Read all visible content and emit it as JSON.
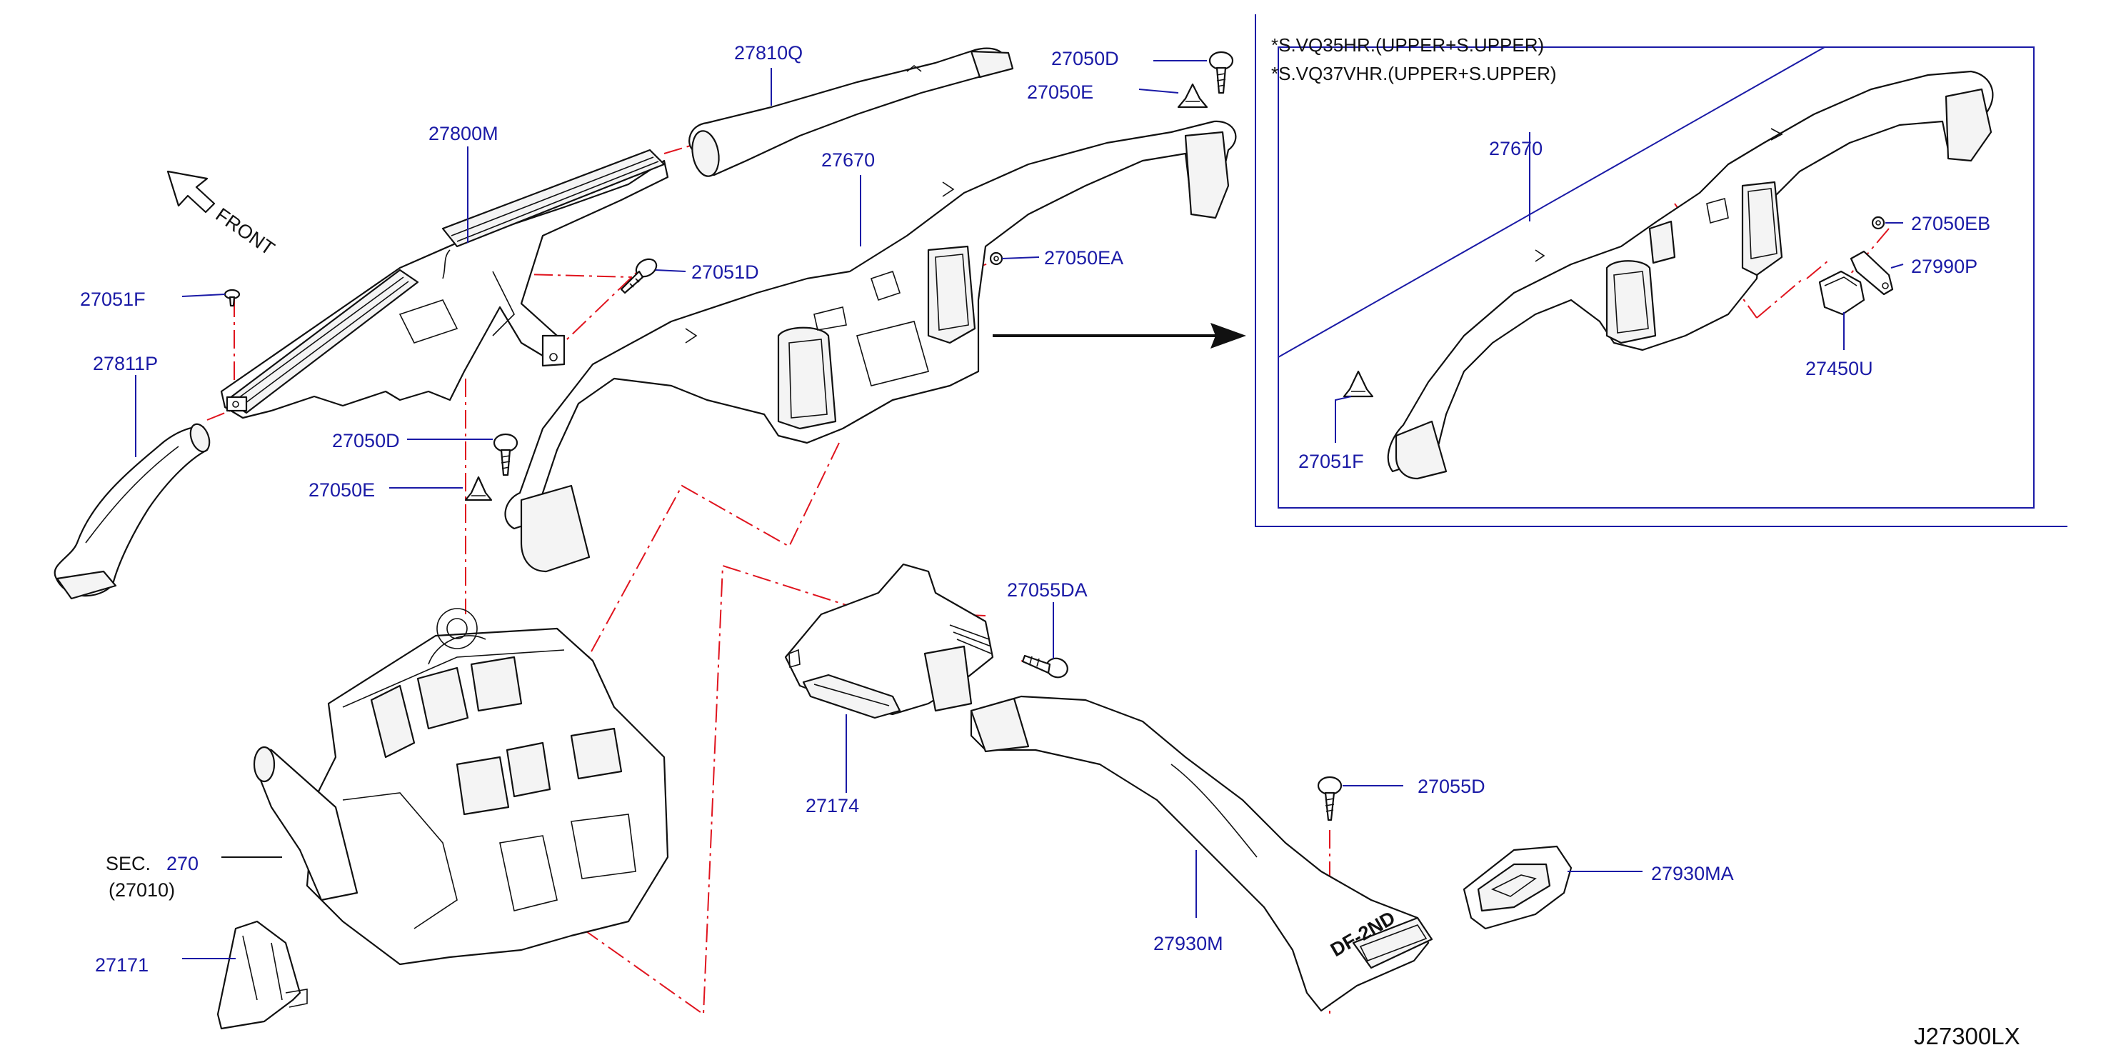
{
  "labels": {
    "l_27810Q": "27810Q",
    "l_27050D_top": "27050D",
    "l_27050E_top": "27050E",
    "l_27800M": "27800M",
    "l_27670_main": "27670",
    "l_27051D": "27051D",
    "l_27050EA": "27050EA",
    "l_27051F_main": "27051F",
    "l_27811P": "27811P",
    "l_27050D_mid": "27050D",
    "l_27050E_mid": "27050E",
    "l_27055DA": "27055DA",
    "l_27174": "27174",
    "l_27055D": "27055D",
    "l_27930MA": "27930MA",
    "l_27930M": "27930M",
    "l_27171": "27171",
    "sec_prefix": "SEC.",
    "sec_number": "270",
    "sec_ref": "(27010)",
    "l_27670_inset": "27670",
    "l_27050EB": "27050EB",
    "l_27990P": "27990P",
    "l_27450U": "27450U",
    "l_27051F_inset": "27051F"
  },
  "notes": {
    "line1": "*S.VQ35HR.(UPPER+S.UPPER)",
    "line2": "*S.VQ37VHR.(UPPER+S.UPPER)"
  },
  "front_label": "FRONT",
  "duct_marking": "DF-2ND",
  "diagram_code": "J27300LX",
  "colors": {
    "label_blue": "#1a1aa6",
    "centerline_red": "#e0141e",
    "ink": "#111111"
  }
}
